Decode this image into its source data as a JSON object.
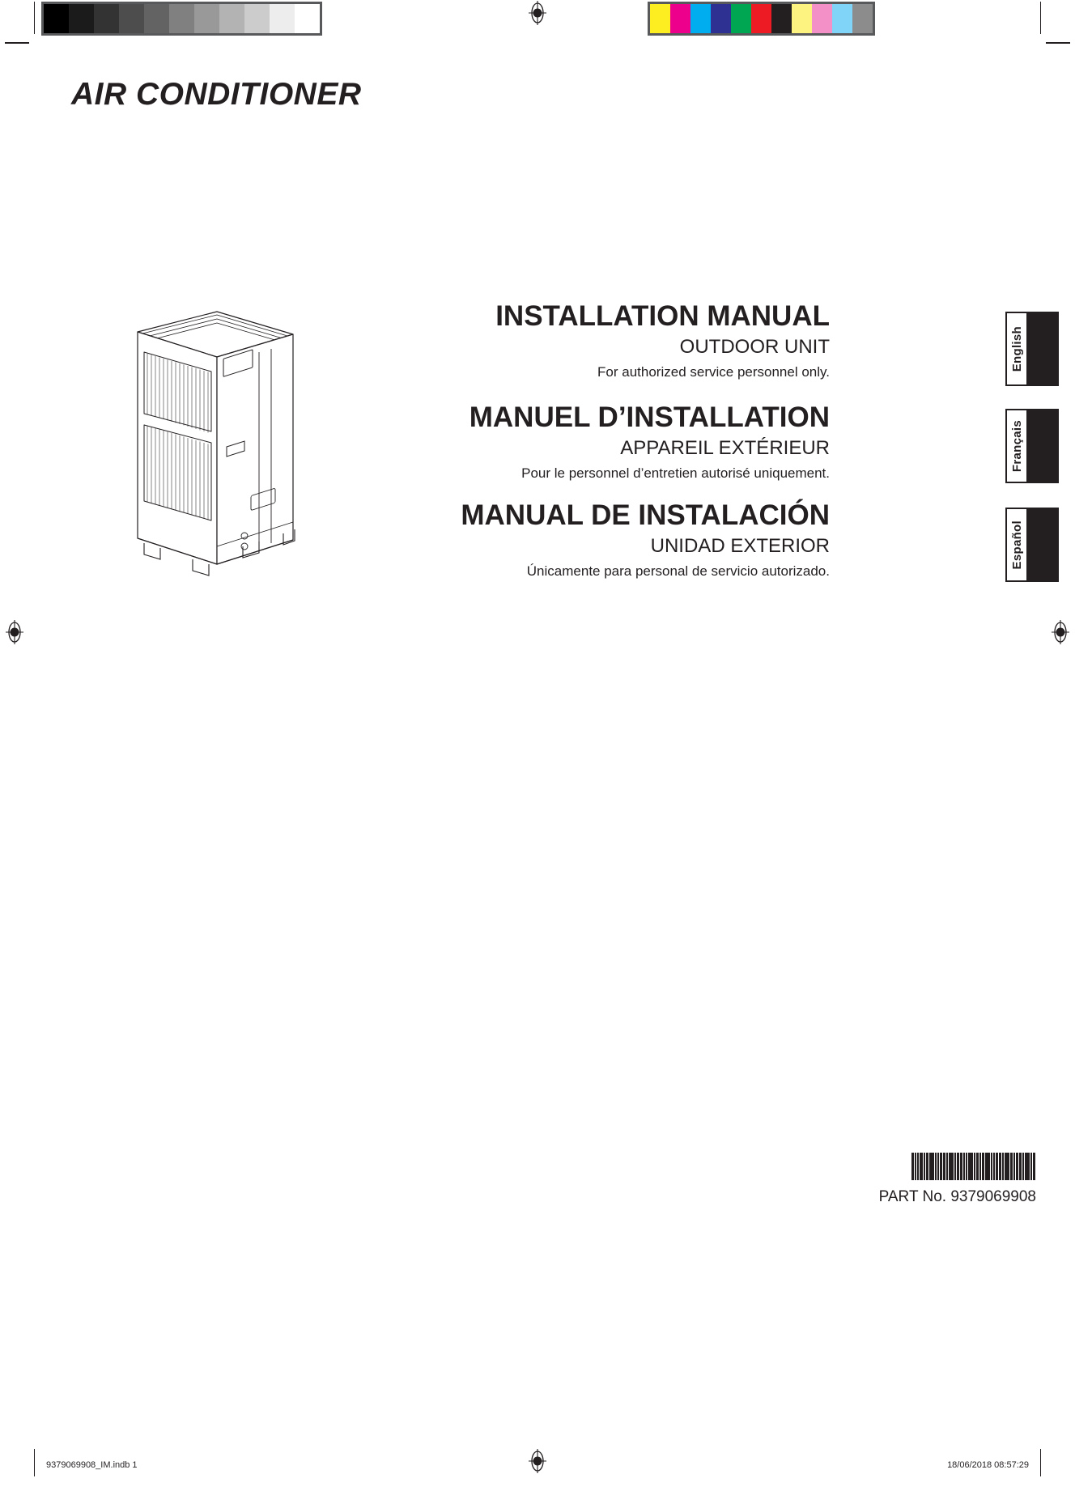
{
  "document": {
    "main_title": "AIR CONDITIONER"
  },
  "calibration": {
    "grayscale_steps": [
      "#000000",
      "#1b1b1b",
      "#333333",
      "#4d4d4d",
      "#636363",
      "#808080",
      "#999999",
      "#b3b3b3",
      "#cccccc",
      "#ededed",
      "#ffffff"
    ],
    "color_swatches": [
      "#fcee21",
      "#ec008c",
      "#00aeef",
      "#2e3192",
      "#00a651",
      "#ed1c24",
      "#231f20",
      "#fdf380",
      "#f490c8",
      "#7fd4f7",
      "#8c8c8c"
    ],
    "frame_color": "#58595b"
  },
  "languages": [
    {
      "tab_label": "English",
      "title": "INSTALLATION MANUAL",
      "subtitle": "OUTDOOR UNIT",
      "note": "For authorized service personnel only."
    },
    {
      "tab_label": "Français",
      "title": "MANUEL D’INSTALLATION",
      "subtitle": "APPAREIL EXTÉRIEUR",
      "note": "Pour le personnel d’entretien autorisé uniquement."
    },
    {
      "tab_label": "Español",
      "title": "MANUAL DE INSTALACIÓN",
      "subtitle": "UNIDAD EXTERIOR",
      "note": "Únicamente para personal de servicio autorizado."
    }
  ],
  "barcode": {
    "part_number_text": "PART No. 9379069908",
    "encoded_value": "9379069908",
    "bar_widths": [
      3,
      2,
      2,
      4,
      2,
      3,
      6,
      2,
      2,
      3,
      3,
      2,
      6,
      2,
      3,
      3,
      2,
      2,
      6,
      2,
      3,
      2,
      3,
      6,
      2,
      2,
      3,
      3,
      2,
      6,
      3,
      2,
      3,
      3,
      2,
      6,
      2,
      3
    ]
  },
  "footer": {
    "file_name": "9379069908_IM.indb   1",
    "timestamp": "18/06/2018   08:57:29"
  }
}
